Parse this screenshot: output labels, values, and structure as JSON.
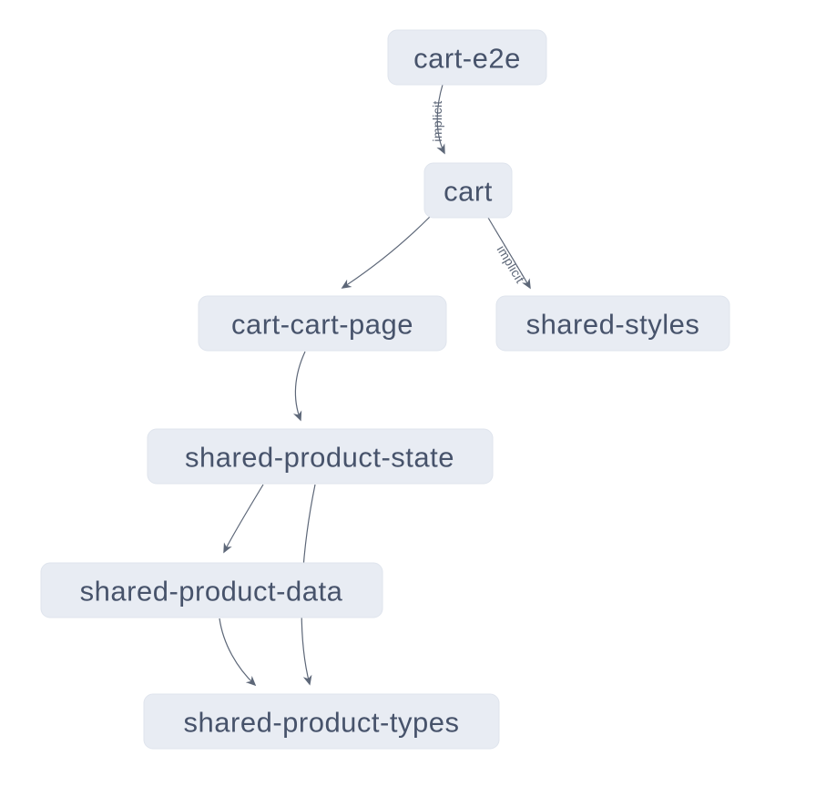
{
  "diagram": {
    "type": "project-dependency-graph",
    "nodes": [
      {
        "id": "cart-e2e",
        "label": "cart-e2e"
      },
      {
        "id": "cart",
        "label": "cart"
      },
      {
        "id": "cart-cart-page",
        "label": "cart-cart-page"
      },
      {
        "id": "shared-styles",
        "label": "shared-styles"
      },
      {
        "id": "shared-product-state",
        "label": "shared-product-state"
      },
      {
        "id": "shared-product-data",
        "label": "shared-product-data"
      },
      {
        "id": "shared-product-types",
        "label": "shared-product-types"
      }
    ],
    "edges": [
      {
        "from": "cart-e2e",
        "to": "cart",
        "label": "implicit"
      },
      {
        "from": "cart",
        "to": "cart-cart-page",
        "label": ""
      },
      {
        "from": "cart",
        "to": "shared-styles",
        "label": "implicit"
      },
      {
        "from": "cart-cart-page",
        "to": "shared-product-state",
        "label": ""
      },
      {
        "from": "shared-product-state",
        "to": "shared-product-data",
        "label": ""
      },
      {
        "from": "shared-product-state",
        "to": "shared-product-types",
        "label": ""
      },
      {
        "from": "shared-product-data",
        "to": "shared-product-types",
        "label": ""
      }
    ],
    "colors": {
      "background": "#ffffff",
      "node_fill": "#e8ecf3",
      "node_stroke": "#dfe4ed",
      "node_text": "#47536b",
      "edge": "#5d6778",
      "edge_label": "#5d6778"
    }
  }
}
